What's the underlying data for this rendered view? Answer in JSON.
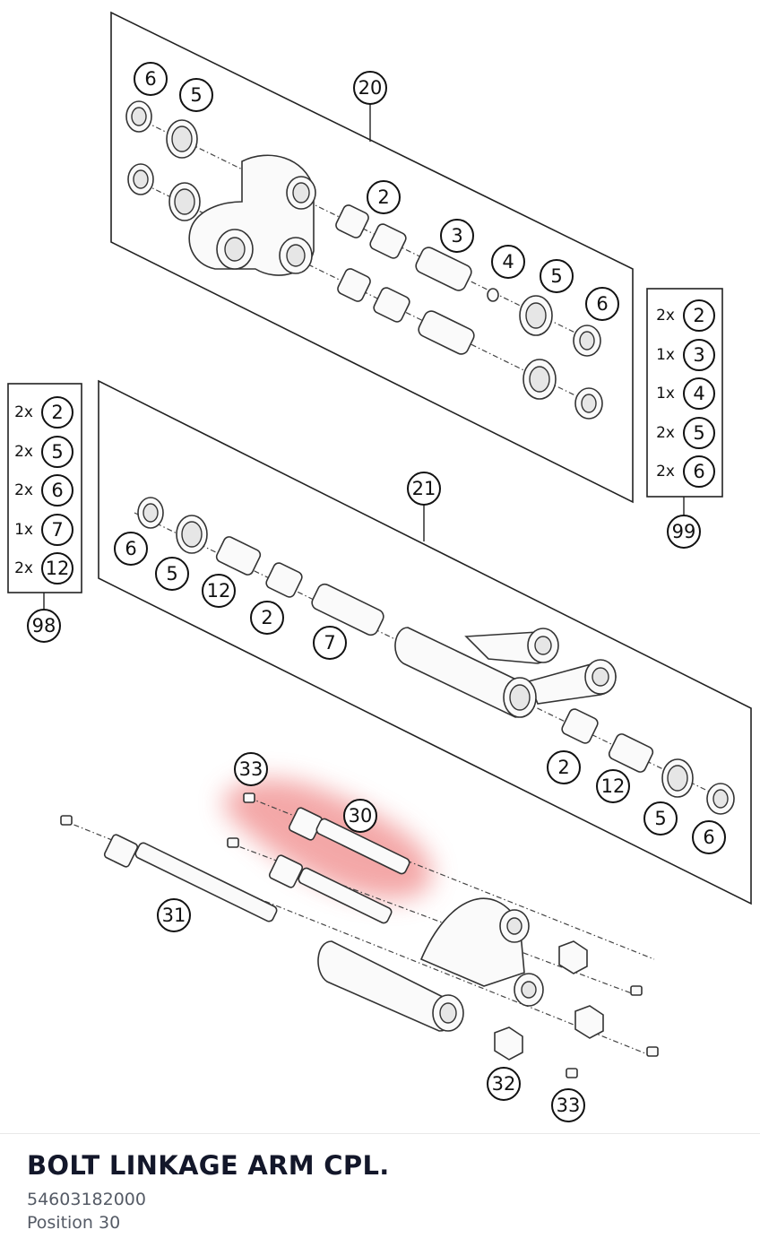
{
  "diagram": {
    "highlight_color": "#f08a8a",
    "callouts": {
      "c20": "20",
      "c21": "21",
      "top_6a": "6",
      "top_5a": "5",
      "top_2": "2",
      "top_3": "3",
      "top_4": "4",
      "top_5b": "5",
      "top_6b": "6",
      "mid_6": "6",
      "mid_5": "5",
      "mid_12a": "12",
      "mid_2a": "2",
      "mid_7": "7",
      "mid_2b": "2",
      "mid_12b": "12",
      "mid_5b": "5",
      "mid_6b": "6",
      "bot_33a": "33",
      "bot_30": "30",
      "bot_31": "31",
      "bot_32": "32",
      "bot_33b": "33"
    },
    "kit_98": {
      "label": "98",
      "rows": [
        {
          "qty": "2x",
          "part": "2"
        },
        {
          "qty": "2x",
          "part": "5"
        },
        {
          "qty": "2x",
          "part": "6"
        },
        {
          "qty": "1x",
          "part": "7"
        },
        {
          "qty": "2x",
          "part": "12"
        }
      ]
    },
    "kit_99": {
      "label": "99",
      "rows": [
        {
          "qty": "2x",
          "part": "2"
        },
        {
          "qty": "1x",
          "part": "3"
        },
        {
          "qty": "1x",
          "part": "4"
        },
        {
          "qty": "2x",
          "part": "5"
        },
        {
          "qty": "2x",
          "part": "6"
        }
      ]
    }
  },
  "footer": {
    "title": "BOLT LINKAGE ARM CPL.",
    "part_number": "54603182000",
    "position": "Position 30"
  }
}
